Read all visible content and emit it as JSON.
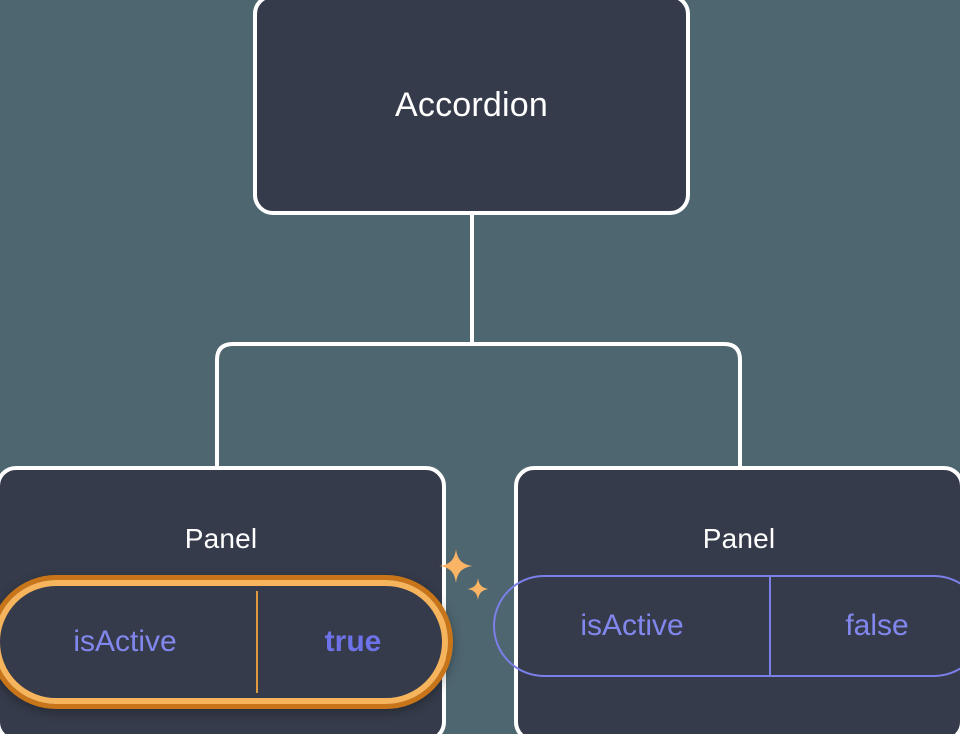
{
  "canvas": {
    "background_color": "#4e6670",
    "node_fill_color": "#353b4a",
    "node_border_color": "#ffffff",
    "connector_color": "#ffffff",
    "prop_text_color": "#8287ee",
    "prop_border_color": "#7b7fe8",
    "highlight_outer_color": "#c8751a",
    "highlight_inner_color": "#f6b45c",
    "highlight_value_color": "#6e72e8",
    "sparkle_color": "#f9b565"
  },
  "tree": {
    "root": {
      "title": "Accordion"
    },
    "children": [
      {
        "title": "Panel",
        "highlighted": true,
        "prop": {
          "key": "isActive",
          "value": "true"
        },
        "sparkles": [
          {
            "name": "sparkle-large"
          },
          {
            "name": "sparkle-small"
          }
        ]
      },
      {
        "title": "Panel",
        "highlighted": false,
        "prop": {
          "key": "isActive",
          "value": "false"
        }
      }
    ]
  }
}
